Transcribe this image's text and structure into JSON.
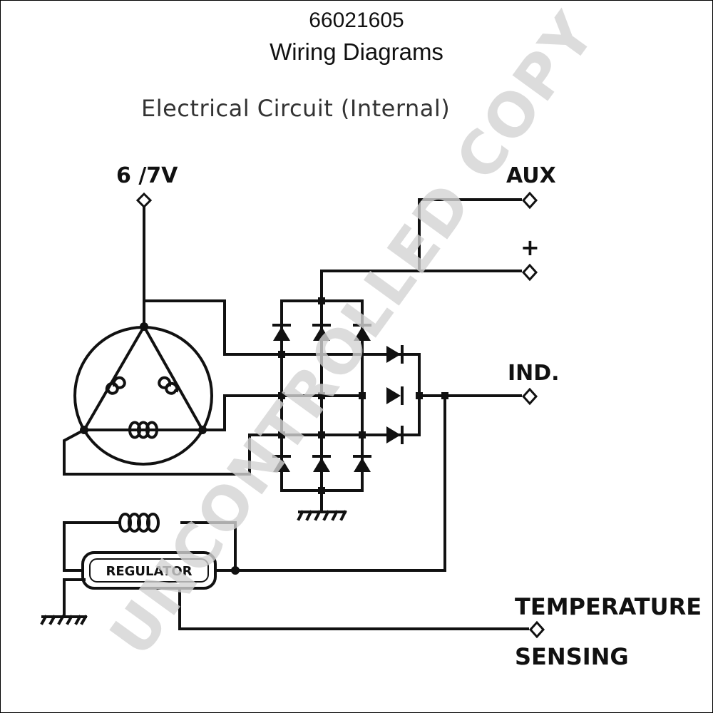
{
  "header": {
    "code": "66021605",
    "title": "Wiring Diagrams",
    "subtitle": "Electrical Circuit (Internal)"
  },
  "terminals": {
    "voltage": "6 /7V",
    "aux": "AUX",
    "plus": "+",
    "ind": "IND.",
    "temp_line1": "TEMPERATURE",
    "temp_line2": "SENSING"
  },
  "regulator_label": "REGULATOR",
  "watermark": "UNCONTROLLED COPY",
  "colors": {
    "ink": "#111111",
    "watermark": "#d3d3d3"
  }
}
